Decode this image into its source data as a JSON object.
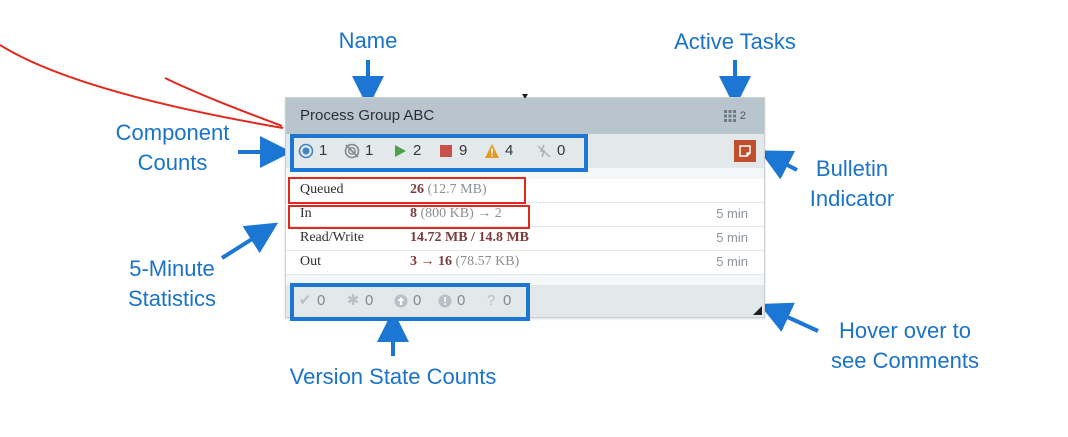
{
  "callouts": {
    "name": "Name",
    "active_tasks": "Active Tasks",
    "component_counts_line1": "Component",
    "component_counts_line2": "Counts",
    "bulletin_line1": "Bulletin",
    "bulletin_line2": "Indicator",
    "stats_line1": "5-Minute",
    "stats_line2": "Statistics",
    "hover_line1": "Hover over to",
    "hover_line2": "see Comments",
    "version_state_counts": "Version State Counts"
  },
  "process_group": {
    "name": "Process Group ABC",
    "active_tasks": "2",
    "component_counts": [
      {
        "icon": "transmitting-icon",
        "value": "1"
      },
      {
        "icon": "not-transmitting-icon",
        "value": "1"
      },
      {
        "icon": "running-icon",
        "value": "2"
      },
      {
        "icon": "stopped-icon",
        "value": "9"
      },
      {
        "icon": "invalid-warning-icon",
        "value": "4"
      },
      {
        "icon": "disabled-icon",
        "value": "0"
      }
    ],
    "stats": [
      {
        "label": "Queued",
        "bold": "26",
        "rest": " (12.7 MB)",
        "time": ""
      },
      {
        "label": "In",
        "bold": "8",
        "rest": " (800 KB) → 2",
        "time": "5 min"
      },
      {
        "label": "Read/Write",
        "bold": "14.72 MB / 14.8 MB",
        "rest": "",
        "time": "5 min"
      },
      {
        "label": "Out",
        "bold": "3 → 16",
        "rest": " (78.57 KB)",
        "time": "5 min"
      }
    ],
    "version_counts": [
      {
        "icon": "up-to-date-check-icon",
        "value": "0"
      },
      {
        "icon": "locally-modified-asterisk-icon",
        "value": "0"
      },
      {
        "icon": "stale-up-arrow-icon",
        "value": "0"
      },
      {
        "icon": "modified-and-stale-exclamation-icon",
        "value": "0"
      },
      {
        "icon": "sync-failure-question-icon",
        "value": "0"
      }
    ]
  },
  "colors": {
    "callout_blue": "#1a73c9",
    "highlight_red": "#e0281d",
    "bulletin_orange": "#c0502d",
    "running_green": "#4aa14a",
    "stopped_red": "#c6524a",
    "warning_orange": "#e39b26"
  }
}
